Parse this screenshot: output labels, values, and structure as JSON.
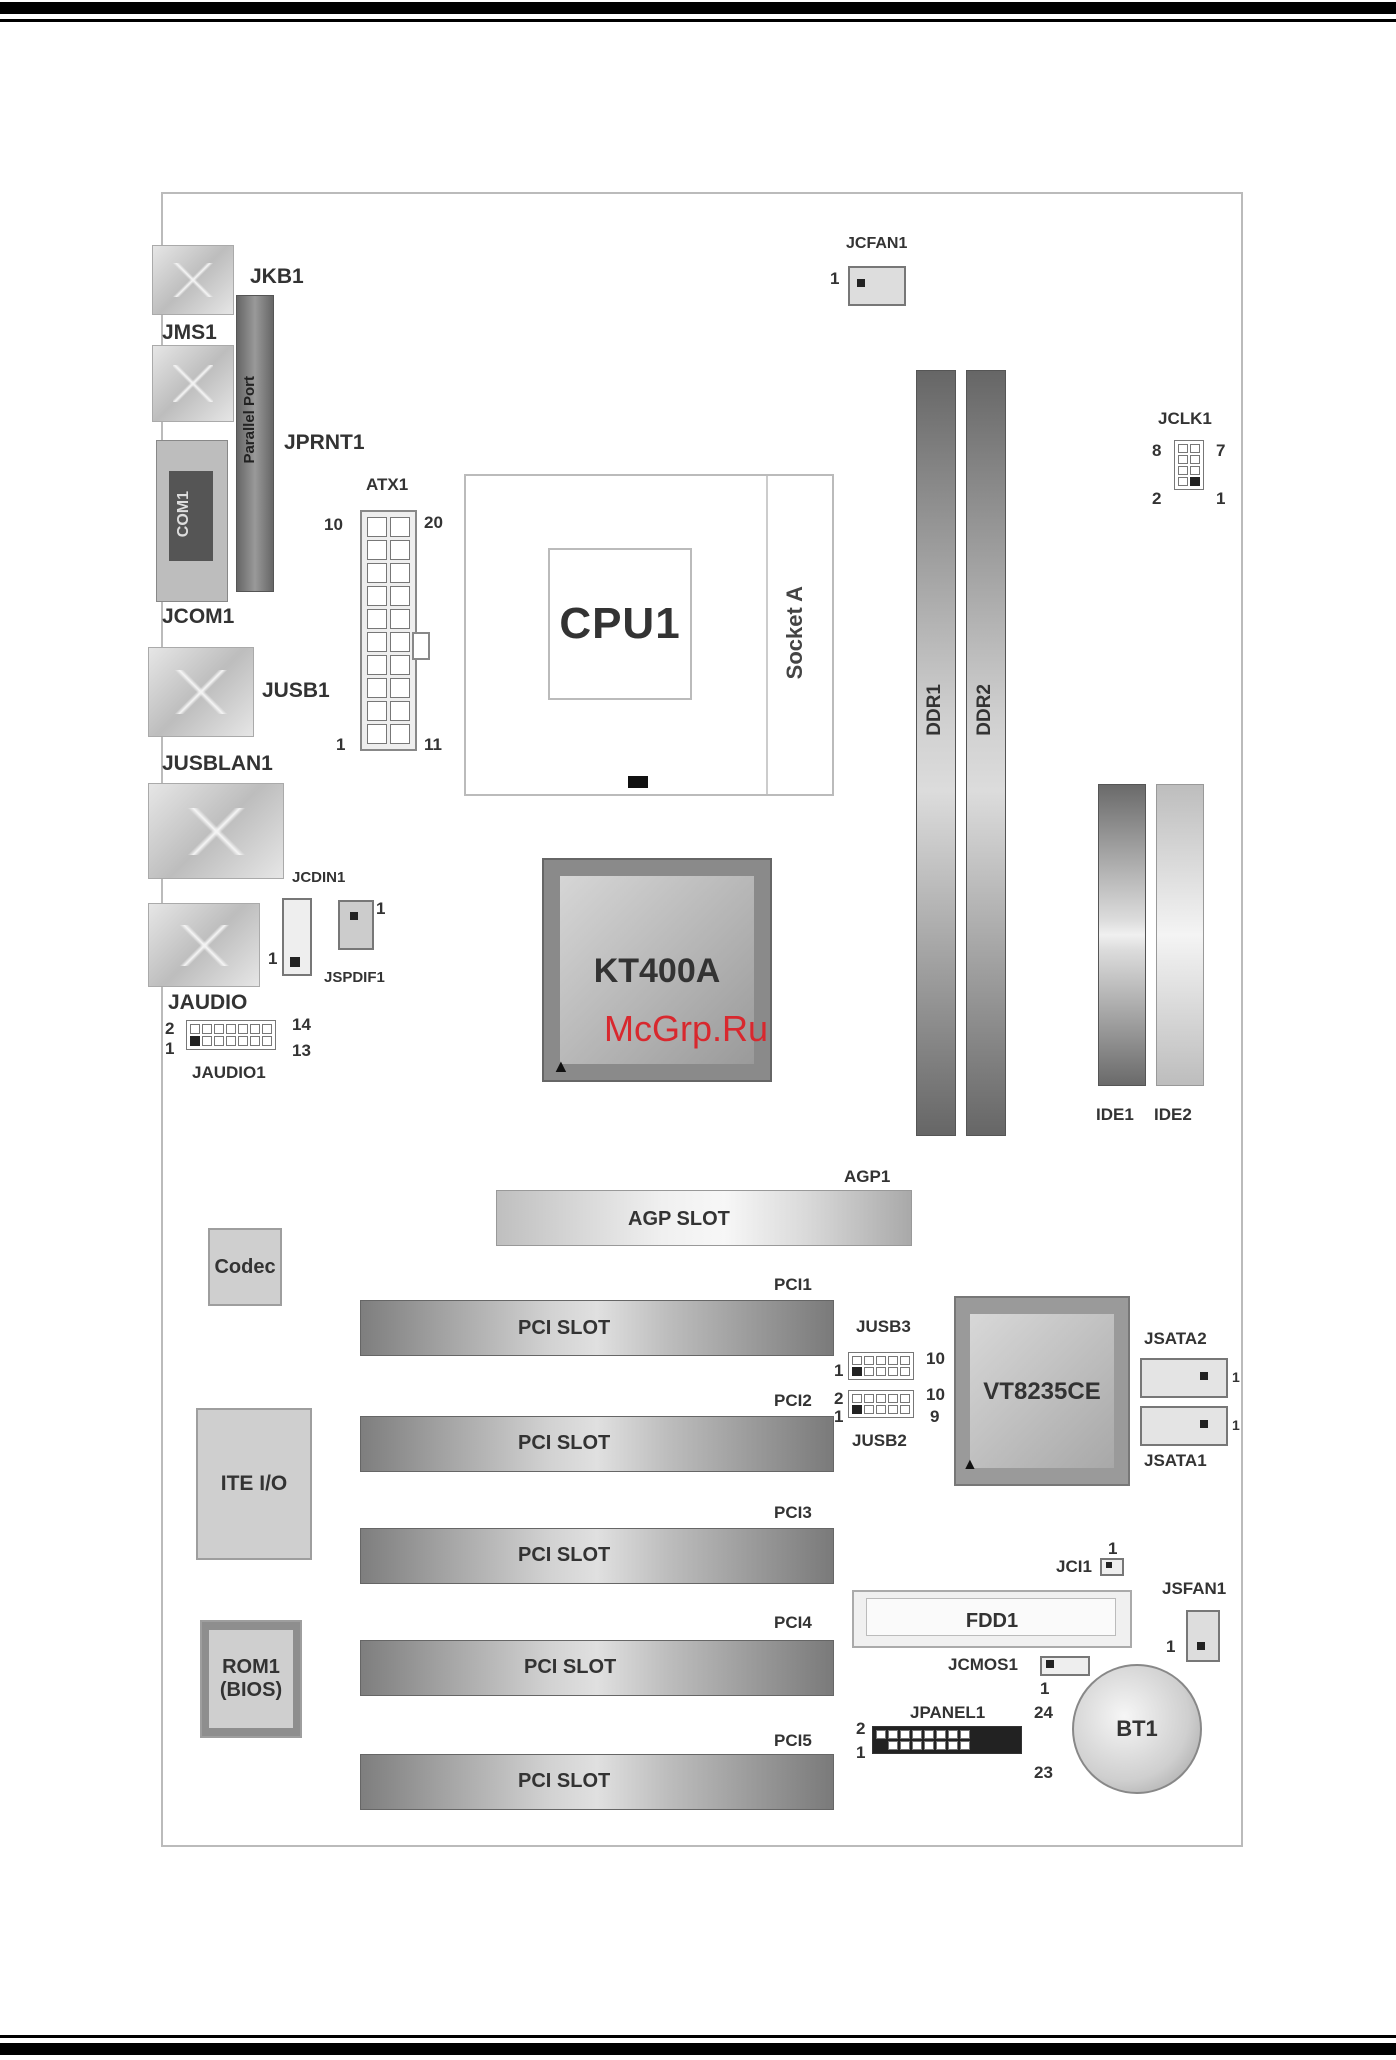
{
  "board": {
    "cpu_label": "CPU1",
    "socket_label": "Socket A",
    "northbridge_label": "KT400A",
    "southbridge_label": "VT8235CE",
    "codec_label": "Codec",
    "io_label": "ITE I/O",
    "bios_label_1": "ROM1",
    "bios_label_2": "(BIOS)",
    "parallel_port_label": "Parallel Port",
    "com_label": "COM1",
    "watermark": "McGrp.Ru"
  },
  "labels": {
    "jkb1": "JKB1",
    "jms1": "JMS1",
    "jprnt1": "JPRNT1",
    "jcom1": "JCOM1",
    "jusb1": "JUSB1",
    "jusblan1": "JUSBLAN1",
    "jaudio": "JAUDIO",
    "jaudio1": "JAUDIO1",
    "jcdin1": "JCDIN1",
    "jspdif1": "JSPDIF1",
    "atx1": "ATX1",
    "jcfan1": "JCFAN1",
    "jclk1": "JCLK1",
    "ddr1": "DDR1",
    "ddr2": "DDR2",
    "ide1": "IDE1",
    "ide2": "IDE2",
    "agp1": "AGP1",
    "agp_slot": "AGP SLOT",
    "pci1": "PCI1",
    "pci2": "PCI2",
    "pci3": "PCI3",
    "pci4": "PCI4",
    "pci5": "PCI5",
    "pci_slot": "PCI SLOT",
    "jusb3": "JUSB3",
    "jusb2": "JUSB2",
    "jsata2": "JSATA2",
    "jsata1": "JSATA1",
    "jci1": "JCI1",
    "jsfan1": "JSFAN1",
    "fdd1": "FDD1",
    "jcmos1": "JCMOS1",
    "jpanel1": "JPANEL1",
    "bt1": "BT1"
  },
  "pin_numbers": {
    "jcfan1_pin": "1",
    "jclk1_8": "8",
    "jclk1_7": "7",
    "jclk1_2": "2",
    "jclk1_1": "1",
    "atx_10": "10",
    "atx_20": "20",
    "atx_1": "1",
    "atx_11": "11",
    "jcdin1_pin": "1",
    "jspdif1_pin": "1",
    "jaudio1_2": "2",
    "jaudio1_1": "1",
    "jaudio1_14": "14",
    "jaudio1_13": "13",
    "jusb3_1": "1",
    "jusb3_10": "10",
    "jusb2_2": "2",
    "jusb2_1": "1",
    "jusb2_10": "10",
    "jusb2_9": "9",
    "jsata2_pin": "1",
    "jsata1_pin": "1",
    "jci1_pin": "1",
    "jsfan1_pin": "1",
    "jcmos1_pin": "1",
    "jpanel1_2": "2",
    "jpanel1_1": "1",
    "jpanel1_24": "24",
    "jpanel1_23": "23"
  },
  "colors": {
    "rule": "#000000",
    "watermark": "#d8282e",
    "label_text": "#333333"
  }
}
